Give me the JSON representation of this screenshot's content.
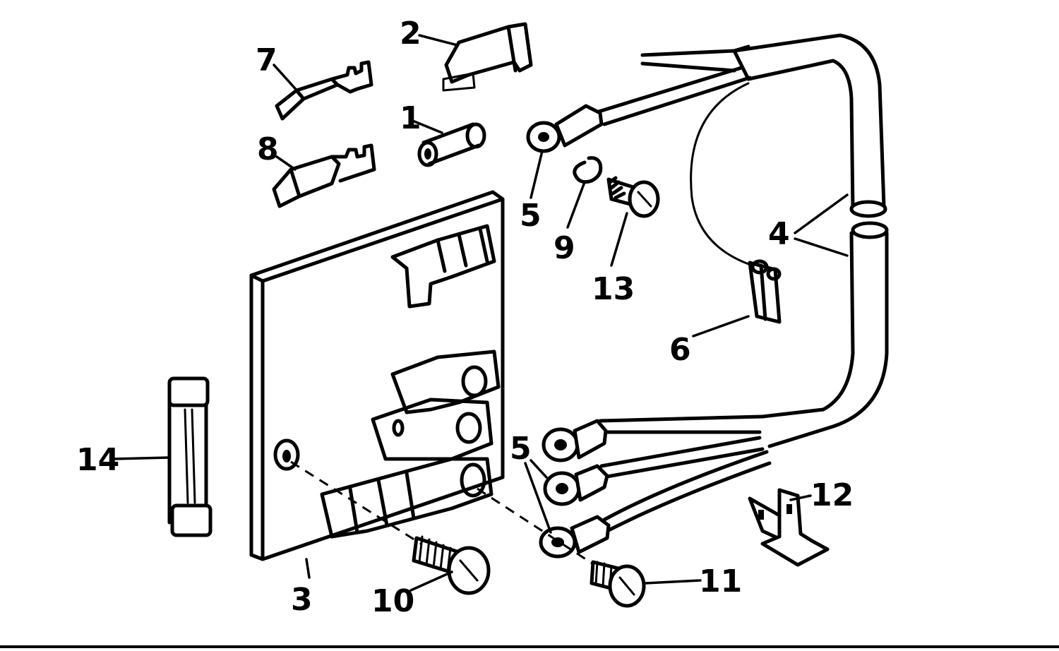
{
  "callouts": {
    "c1": "1",
    "c2": "2",
    "c3": "3",
    "c4": "4",
    "c5a": "5",
    "c5b": "5",
    "c6": "6",
    "c7": "7",
    "c8": "8",
    "c9": "9",
    "c10": "10",
    "c11": "11",
    "c12": "12",
    "c13": "13",
    "c14": "14"
  }
}
